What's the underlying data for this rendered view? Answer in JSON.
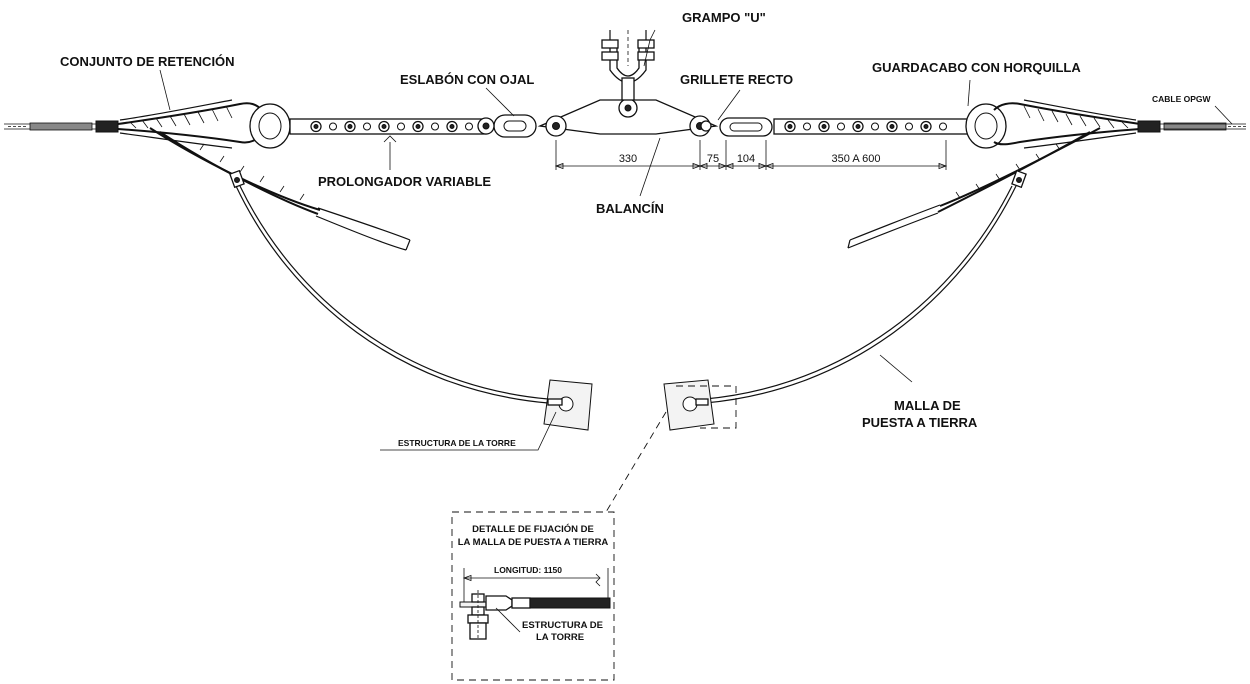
{
  "labels": {
    "grampo_u": "GRAMPO \"U\"",
    "conjunto_retencion": "CONJUNTO DE RETENCIÓN",
    "eslabon_ojal": "ESLABÓN CON OJAL",
    "grillete_recto": "GRILLETE RECTO",
    "guardacabo_horquilla": "GUARDACABO CON HORQUILLA",
    "cable_opgw": "CABLE OPGW",
    "prolongador_variable": "PROLONGADOR VARIABLE",
    "balancin": "BALANCÍN",
    "malla_line1": "MALLA DE",
    "malla_line2": "PUESTA A TIERRA",
    "estructura_torre": "ESTRUCTURA DE LA TORRE"
  },
  "dimensions": {
    "d330": "330",
    "d75": "75",
    "d104": "104",
    "d350_600": "350  A  600"
  },
  "detail": {
    "title_line1": "DETALLE DE FIJACIÓN DE",
    "title_line2": "LA MALLA DE PUESTA A TIERRA",
    "longitud": "LONGITUD:  1150",
    "estructura_line1": "ESTRUCTURA DE",
    "estructura_line2": "LA TORRE"
  }
}
